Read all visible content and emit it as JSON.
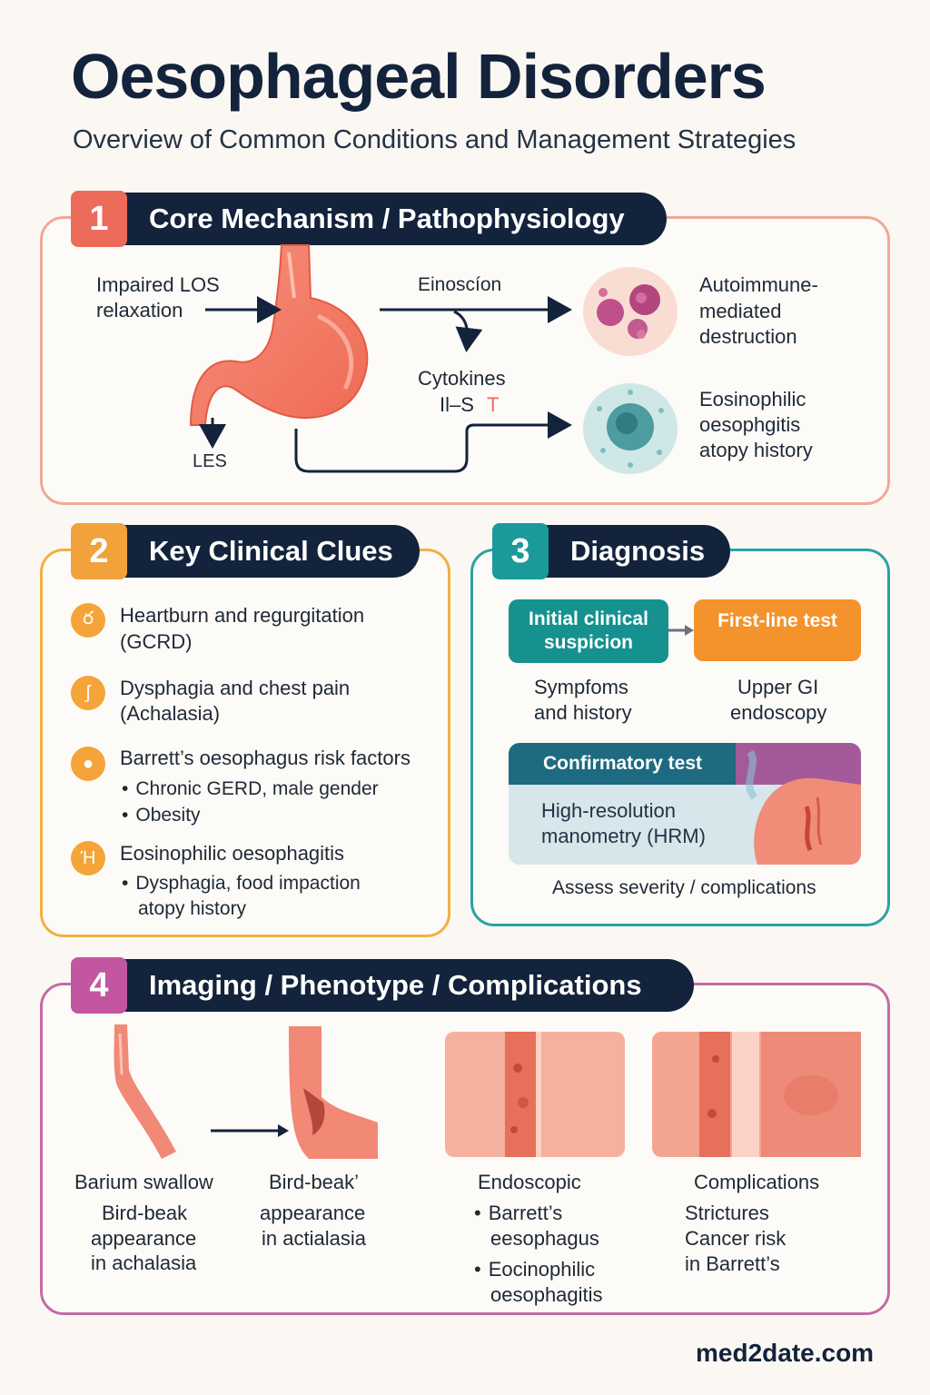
{
  "header": {
    "title": "Oesophageal Disorders",
    "subtitle": "Overview of Common Conditions and Management Strategies"
  },
  "colors": {
    "navy": "#13233c",
    "section1": "#ec6b5a",
    "section2": "#f2a23a",
    "section3": "#1a9a9a",
    "section4": "#c256a0"
  },
  "section1": {
    "number": "1",
    "title": "Core Mechanism / Pathophysiology",
    "impaired_line1": "Impaired LOS",
    "impaired_line2": "relaxation",
    "les_label": "LES",
    "einosin_label": "Einoscíon",
    "cytokines_line1": "Cytokines",
    "cytokines_line2": "Il–S",
    "cytokines_arrow": "T",
    "autoimmune_line1": "Autoimmune-",
    "autoimmune_line2": "mediated",
    "autoimmune_line3": "destruction",
    "eos_line1": "Eosinophilic",
    "eos_line2": "oesophgitis",
    "eos_line3": "atopy history"
  },
  "section2": {
    "number": "2",
    "title": "Key Clinical Clues",
    "clues": [
      {
        "icon": "stomach-icon",
        "line1": "Heartburn and regurgitation",
        "line2": "(GCRD)"
      },
      {
        "icon": "oesophagus-icon",
        "line1": "Dysphagia and chest pain",
        "line2": "(Achalasia)"
      },
      {
        "icon": "weight-icon",
        "line1": "Barrett’s oesophagus risk factors",
        "bullet1": "Chronic GERD, male gender",
        "bullet2": "Obesity"
      },
      {
        "icon": "airway-icon",
        "line1": "Eosinophilic oesophagitis",
        "bullet1": "Dysphagia, food impaction",
        "bullet1b": "atopy history"
      }
    ]
  },
  "section3": {
    "number": "3",
    "title": "Diagnosis",
    "initial_line1": "Initial clinical",
    "initial_line2": "suspicion",
    "firstline": "First-line test",
    "symptoms_line1": "Sympfoms",
    "symptoms_line2": "and history",
    "endoscopy_line1": "Upper GI",
    "endoscopy_line2": "endoscopy",
    "confirm": "Confirmatory test",
    "hrm_line1": "High-resolution",
    "hrm_line2": "manometry (HRM)",
    "assess": "Assess severity / complications"
  },
  "section4": {
    "number": "4",
    "title": "Imaging / Phenotype / Complications",
    "barium_title": "Barium swallow",
    "barium_line1": "Bird-beak",
    "barium_line2": "appearance",
    "barium_line3": "in achalasia",
    "birdbeak_title": "Bird-beak’",
    "birdbeak_line1": "appearance",
    "birdbeak_line2": "in actialasia",
    "endo_title": "Endoscopic",
    "endo_b1_line1": "Barrett’s",
    "endo_b1_line2": "eesophagus",
    "endo_b2_line1": "Eocinophilic",
    "endo_b2_line2": "oesophagitis",
    "comp_title": "Complications",
    "comp_line1": "Strictures",
    "comp_line2": "Cancer risk",
    "comp_line3": "in Barrett’s"
  },
  "footer": {
    "site": "med2date.com"
  }
}
